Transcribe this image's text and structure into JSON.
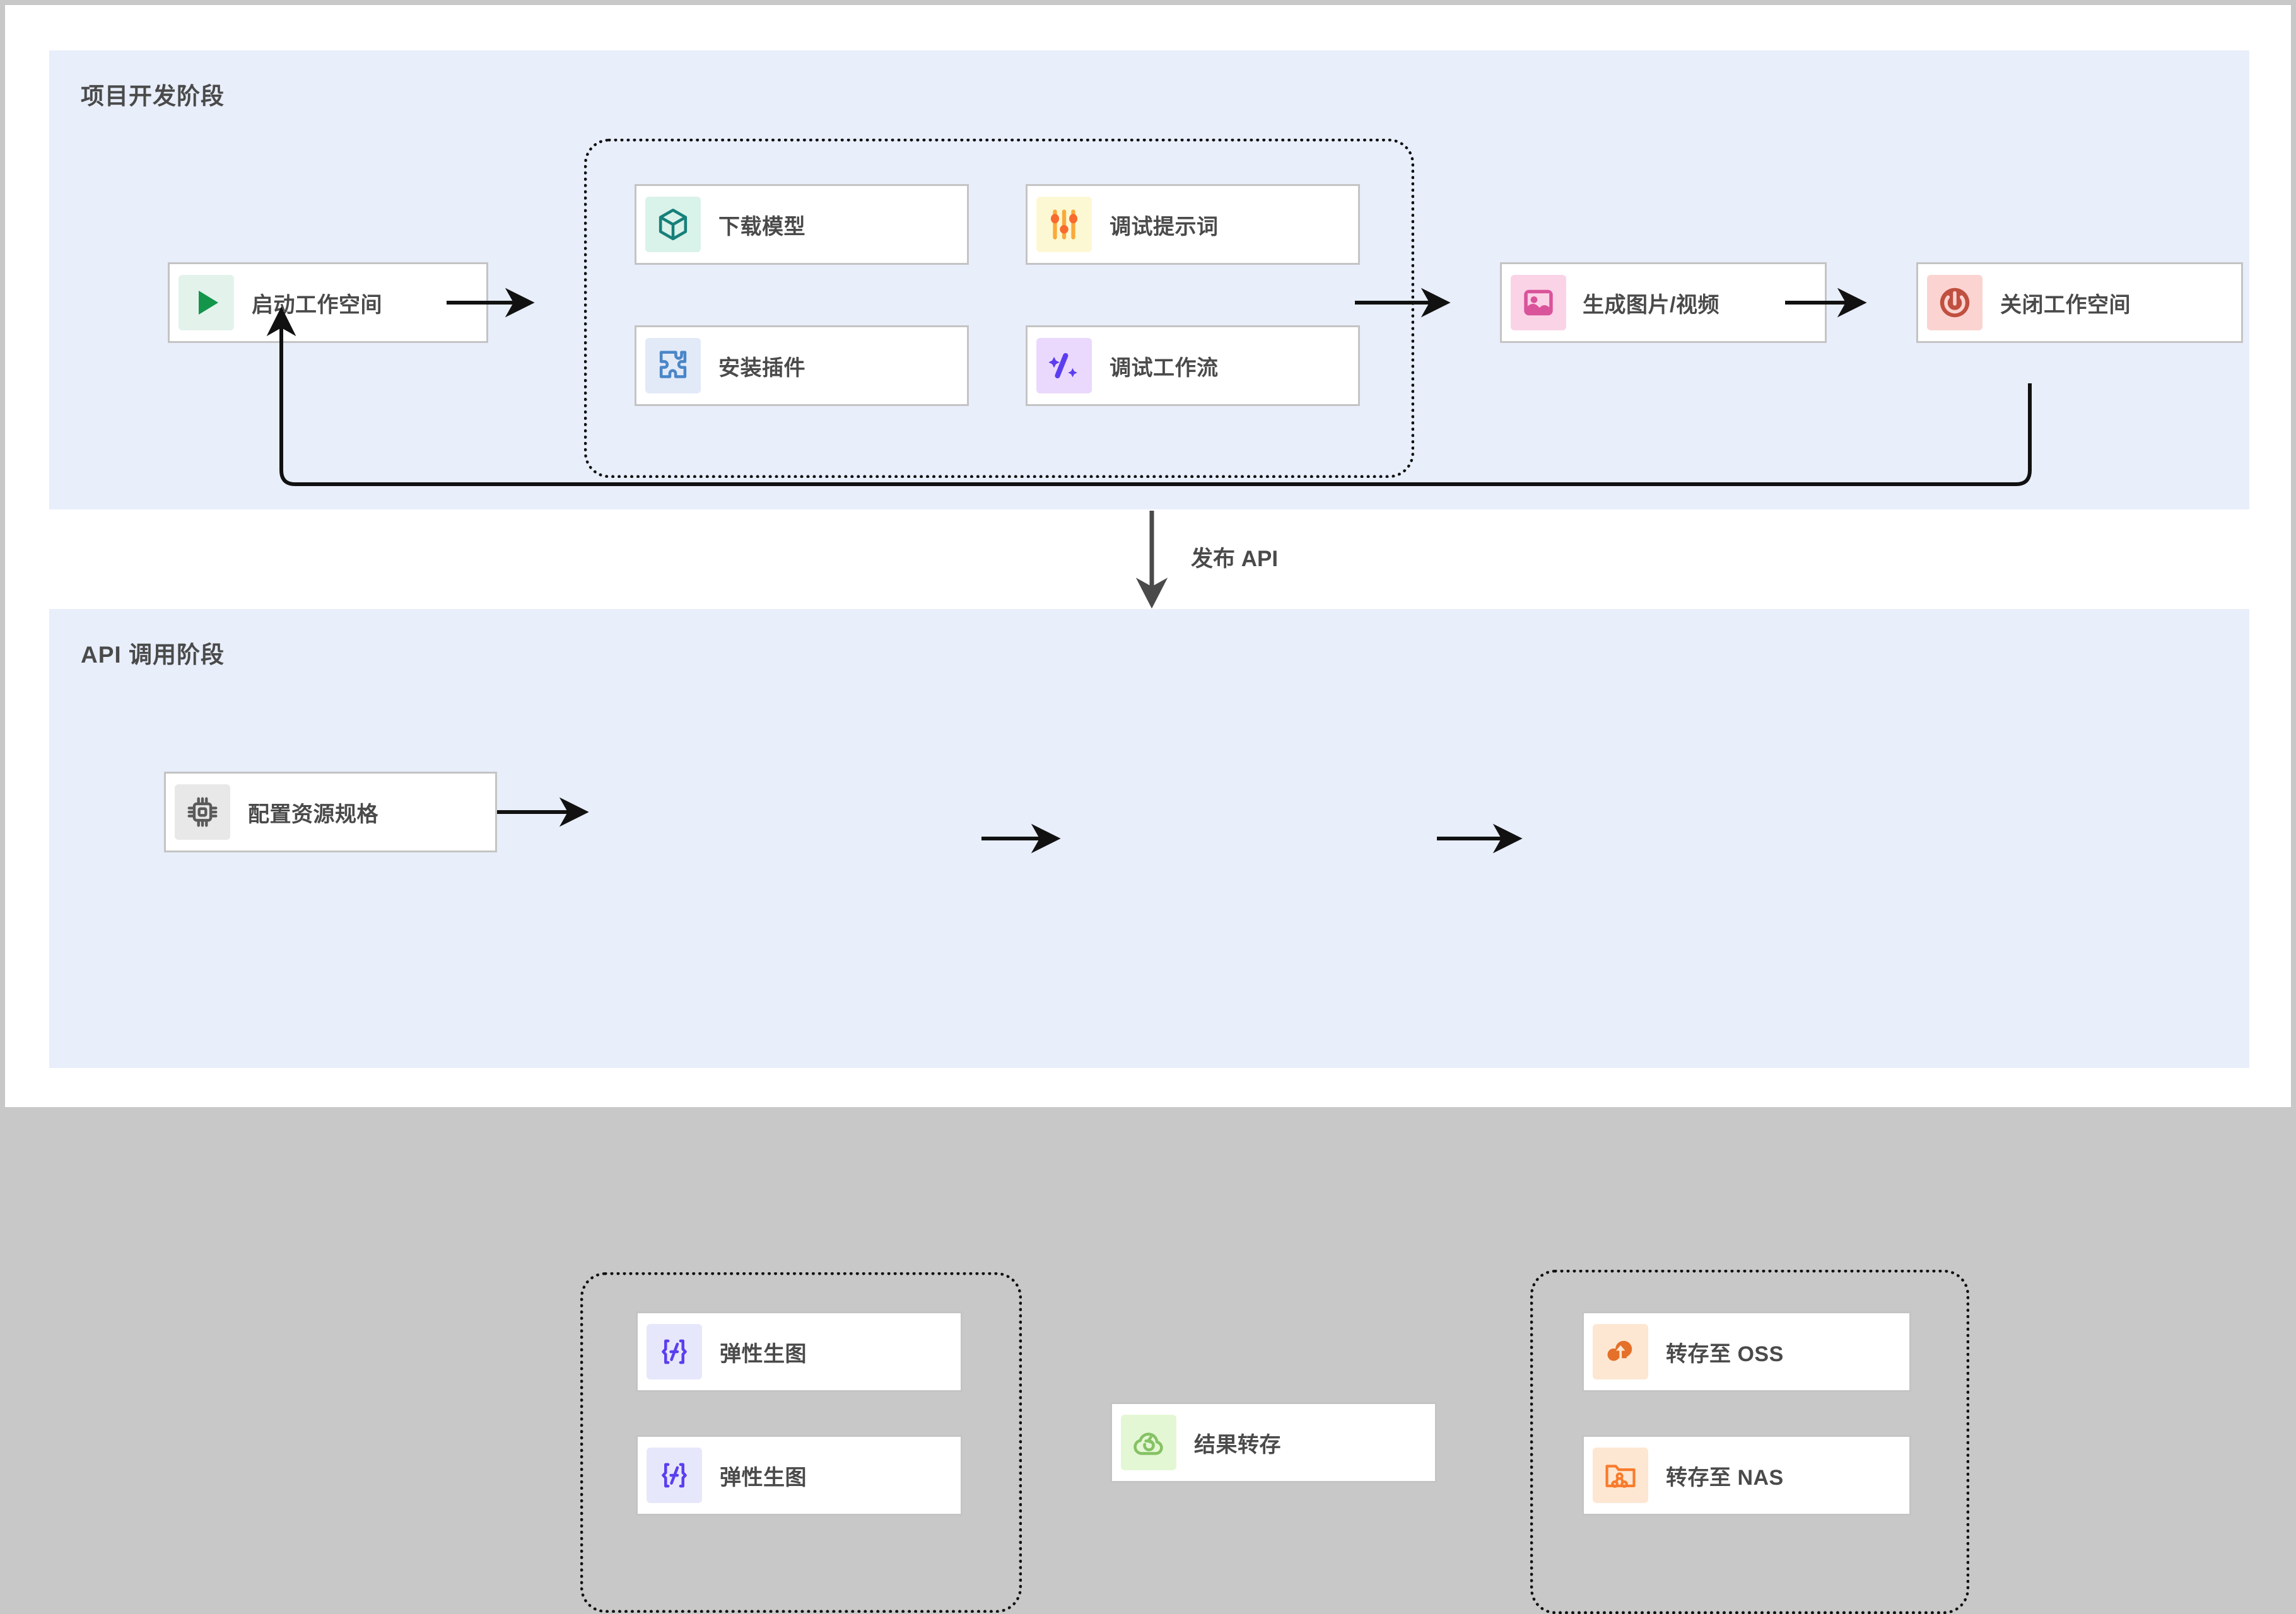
{
  "diagram": {
    "title_dev": "项目开发阶段",
    "title_api": "API 调用阶段",
    "edge_publish_api": "发布 API",
    "colors": {
      "section_bg": "#e8eefa",
      "card_bg": "#ffffff",
      "card_border": "#c4c4c4",
      "text": "#4a4a4a",
      "wire": "#111111",
      "green": "#13964a",
      "teal": "#17807a",
      "blue": "#4a86c8",
      "orange": "#f97b2c",
      "purple": "#6b4ef0",
      "pink": "#d9549a",
      "red": "#c0503f",
      "gray": "#5a5a5a",
      "leaf": "#85c264",
      "oss_orange": "#e4702a"
    }
  },
  "dev_phase": {
    "start_node": {
      "label": "启动工作空间",
      "icon": "play-icon",
      "tile": "tile-mint"
    },
    "group_nodes": [
      {
        "label": "下载模型",
        "icon": "cube-icon",
        "tile": "tile-mint2"
      },
      {
        "label": "调试提示词",
        "icon": "sliders-icon",
        "tile": "tile-yellow"
      },
      {
        "label": "安装插件",
        "icon": "puzzle-icon",
        "tile": "tile-blue"
      },
      {
        "label": "调试工作流",
        "icon": "sparkle-icon",
        "tile": "tile-purple"
      }
    ],
    "generate_node": {
      "label": "生成图片/视频",
      "icon": "image-icon",
      "tile": "tile-pink"
    },
    "stop_node": {
      "label": "关闭工作空间",
      "icon": "power-icon",
      "tile": "tile-red"
    }
  },
  "api_phase": {
    "config_node": {
      "label": "配置资源规格",
      "icon": "chip-icon",
      "tile": "tile-gray"
    },
    "elastic_nodes": [
      {
        "label": "弹性生图",
        "icon": "function-braces-icon",
        "tile": "tile-indigo"
      },
      {
        "label": "弹性生图",
        "icon": "function-braces-icon",
        "tile": "tile-indigo"
      }
    ],
    "transfer_node": {
      "label": "结果转存",
      "icon": "cloud-sync-icon",
      "tile": "tile-green"
    },
    "storage_nodes": [
      {
        "label": "转存至 OSS",
        "icon": "cloud-upload-icon",
        "tile": "tile-orange"
      },
      {
        "label": "转存至 NAS",
        "icon": "folder-share-icon",
        "tile": "tile-orange"
      }
    ]
  }
}
